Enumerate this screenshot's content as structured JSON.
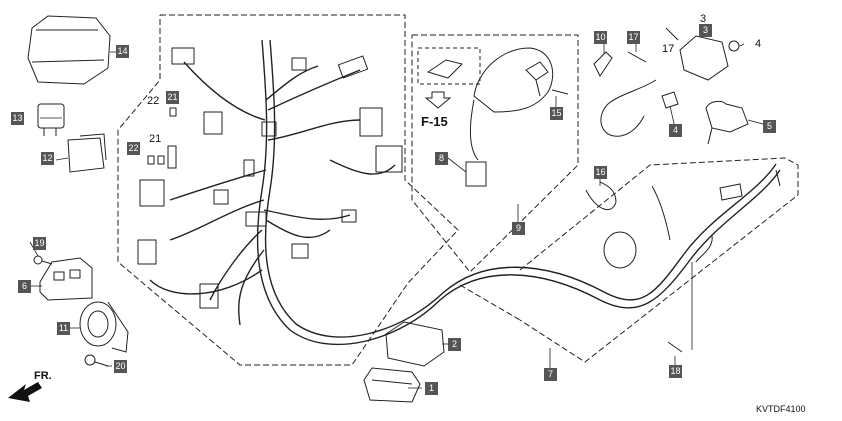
{
  "diagram": {
    "code": "KVTDF4100",
    "front_label": "FR.",
    "reference": "F-15"
  },
  "callouts_boxed": {
    "c1": "1",
    "c2": "2",
    "c3": "3",
    "c4": "4",
    "c5": "5",
    "c6": "6",
    "c7": "7",
    "c8": "8",
    "c9": "9",
    "c10": "10",
    "c11": "11",
    "c12": "12",
    "c13": "13",
    "c14": "14",
    "c15": "15",
    "c16": "16",
    "c17": "17",
    "c18": "18",
    "c19": "19",
    "c20": "20",
    "c21": "21",
    "c22": "22"
  },
  "callouts_plain": {
    "p17": "17",
    "p3": "3",
    "p4": "4",
    "p21": "21",
    "p22": "22"
  }
}
